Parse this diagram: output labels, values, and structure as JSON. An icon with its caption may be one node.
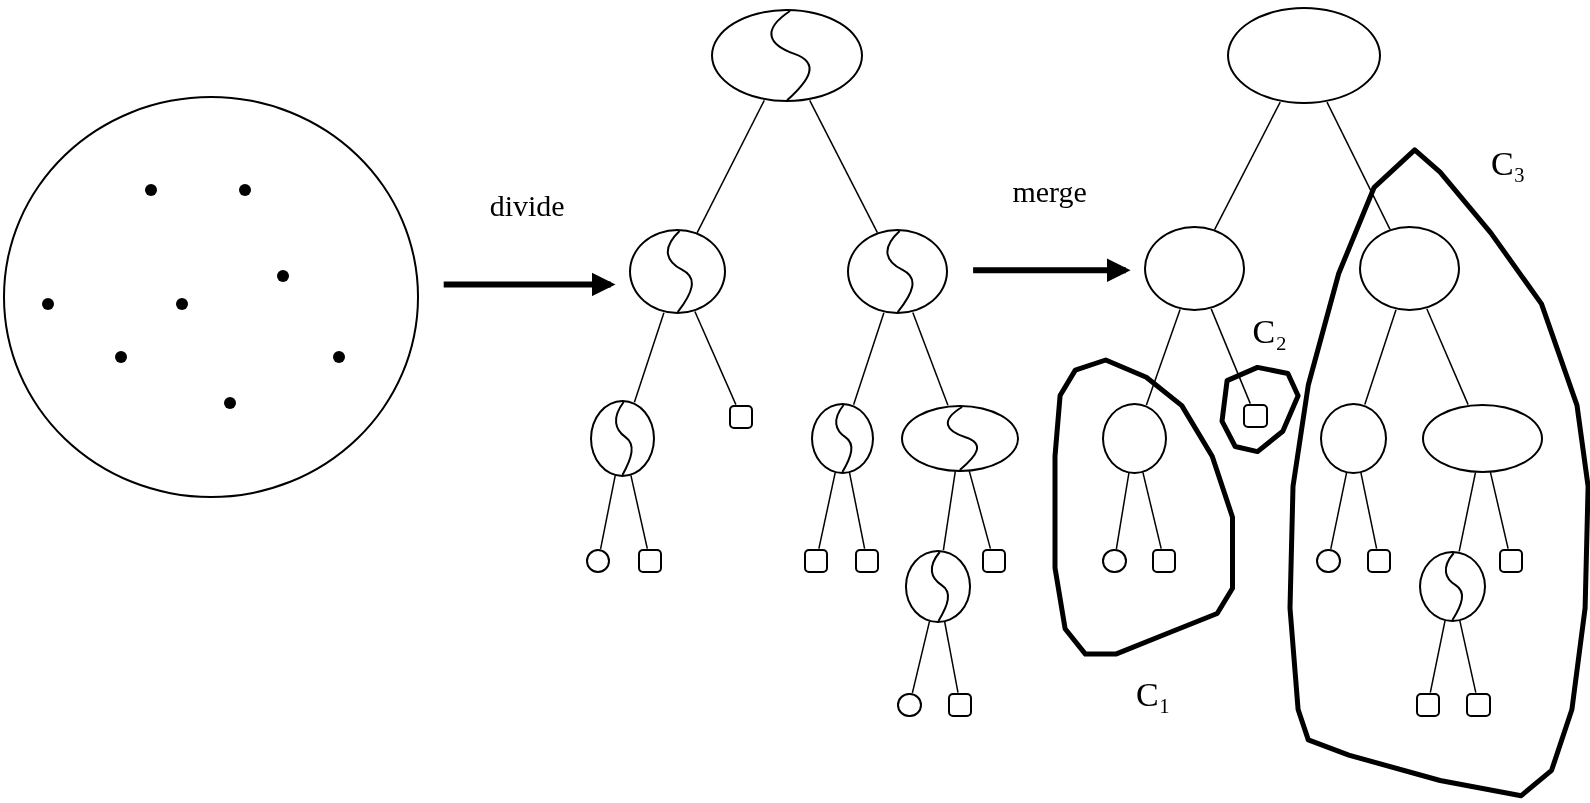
{
  "diagram": {
    "nodes": [
      {
        "text": [],
        "shape": "circle"
      },
      {
        "text": [],
        "shape": "point",
        "in": 0
      },
      {
        "text": [],
        "shape": "point",
        "in": 0
      },
      {
        "text": [],
        "shape": "point",
        "in": 0
      },
      {
        "text": [],
        "shape": "point",
        "in": 0
      },
      {
        "text": [],
        "shape": "point",
        "in": 0
      },
      {
        "text": [],
        "shape": "point",
        "in": 0
      },
      {
        "text": [],
        "shape": "point",
        "in": 0
      },
      {
        "text": [],
        "shape": "point",
        "in": 0
      },
      {
        "text": [],
        "shape": "ellipse"
      },
      {
        "text": [],
        "shape": "ellipse"
      },
      {
        "text": [],
        "shape": "ellipse"
      },
      {
        "text": [],
        "shape": "ellipse"
      },
      {
        "text": [],
        "shape": "box"
      },
      {
        "text": [],
        "shape": "ellipse"
      },
      {
        "text": [],
        "shape": "ellipse"
      },
      {
        "text": [],
        "shape": "circle"
      },
      {
        "text": [],
        "shape": "box"
      },
      {
        "text": [],
        "shape": "box"
      },
      {
        "text": [],
        "shape": "box"
      },
      {
        "text": [],
        "shape": "ellipse"
      },
      {
        "text": [],
        "shape": "box"
      },
      {
        "text": [],
        "shape": "circle"
      },
      {
        "text": [],
        "shape": "box"
      },
      {
        "text": [],
        "shape": "ellipse"
      },
      {
        "text": [
          "C₃"
        ]
      },
      {
        "text": [],
        "shape": "ellipse"
      },
      {
        "text": [],
        "shape": "ellipse",
        "in": 25
      },
      {
        "text": [
          "C₁"
        ]
      },
      {
        "text": [
          "C₂"
        ]
      },
      {
        "text": [],
        "shape": "ellipse",
        "in": 28
      },
      {
        "text": [],
        "shape": "box",
        "in": 29
      },
      {
        "text": [],
        "shape": "ellipse",
        "in": 25
      },
      {
        "text": [],
        "shape": "ellipse",
        "in": 25
      },
      {
        "text": [],
        "shape": "circle",
        "in": 28
      },
      {
        "text": [],
        "shape": "box",
        "in": 28
      },
      {
        "text": [],
        "shape": "circle",
        "in": 25
      },
      {
        "text": [],
        "shape": "box",
        "in": 25
      },
      {
        "text": [],
        "shape": "ellipse",
        "in": 25
      },
      {
        "text": [],
        "shape": "box",
        "in": 25
      },
      {
        "text": [],
        "shape": "box",
        "in": 25
      },
      {
        "text": [],
        "shape": "box",
        "in": 25
      }
    ],
    "edges": [
      {
        "from": 0,
        "to": 10,
        "arrow": "to",
        "label": "divide",
        "style": "thick"
      },
      {
        "from": 9,
        "to": 10,
        "arrow": "none"
      },
      {
        "from": 9,
        "to": 11,
        "arrow": "none"
      },
      {
        "from": 10,
        "to": 12,
        "arrow": "none"
      },
      {
        "from": 10,
        "to": 13,
        "arrow": "none"
      },
      {
        "from": 11,
        "to": 14,
        "arrow": "none"
      },
      {
        "from": 11,
        "to": 15,
        "arrow": "none"
      },
      {
        "from": 12,
        "to": 16,
        "arrow": "none"
      },
      {
        "from": 12,
        "to": 17,
        "arrow": "none"
      },
      {
        "from": 14,
        "to": 18,
        "arrow": "none"
      },
      {
        "from": 14,
        "to": 19,
        "arrow": "none"
      },
      {
        "from": 15,
        "to": 20,
        "arrow": "none"
      },
      {
        "from": 15,
        "to": 21,
        "arrow": "none"
      },
      {
        "from": 20,
        "to": 22,
        "arrow": "none"
      },
      {
        "from": 20,
        "to": 23,
        "arrow": "none"
      },
      {
        "from": 11,
        "to": 26,
        "arrow": "to",
        "label": "merge",
        "style": "thick"
      },
      {
        "from": 24,
        "to": 26,
        "arrow": "none"
      },
      {
        "from": 24,
        "to": 27,
        "arrow": "none"
      },
      {
        "from": 26,
        "to": 30,
        "arrow": "none"
      },
      {
        "from": 26,
        "to": 31,
        "arrow": "none"
      },
      {
        "from": 27,
        "to": 32,
        "arrow": "none"
      },
      {
        "from": 27,
        "to": 33,
        "arrow": "none"
      },
      {
        "from": 30,
        "to": 34,
        "arrow": "none"
      },
      {
        "from": 30,
        "to": 35,
        "arrow": "none"
      },
      {
        "from": 32,
        "to": 36,
        "arrow": "none"
      },
      {
        "from": 32,
        "to": 37,
        "arrow": "none"
      },
      {
        "from": 33,
        "to": 38,
        "arrow": "none"
      },
      {
        "from": 33,
        "to": 39,
        "arrow": "none"
      },
      {
        "from": 38,
        "to": 40,
        "arrow": "none"
      },
      {
        "from": 38,
        "to": 41,
        "arrow": "none"
      }
    ]
  }
}
